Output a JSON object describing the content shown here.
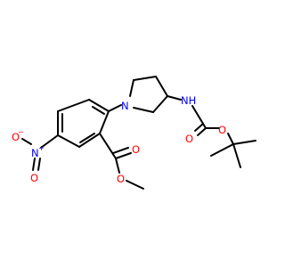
{
  "colors": {
    "bond": "#000000",
    "nitrogen": "#0000ff",
    "oxygen": "#ff0000",
    "background": "#ffffff"
  },
  "atoms": {
    "pyrrolidine_n": "N",
    "amide_nh": "NH",
    "carbamate_o_double": "O",
    "carbamate_o_single": "O",
    "nitro_n": "N",
    "nitro_n_charge": "+",
    "nitro_o_top": "O",
    "nitro_o_top_charge": "−",
    "nitro_o_bottom": "O",
    "ester_o_double": "O",
    "ester_o_single": "O"
  }
}
